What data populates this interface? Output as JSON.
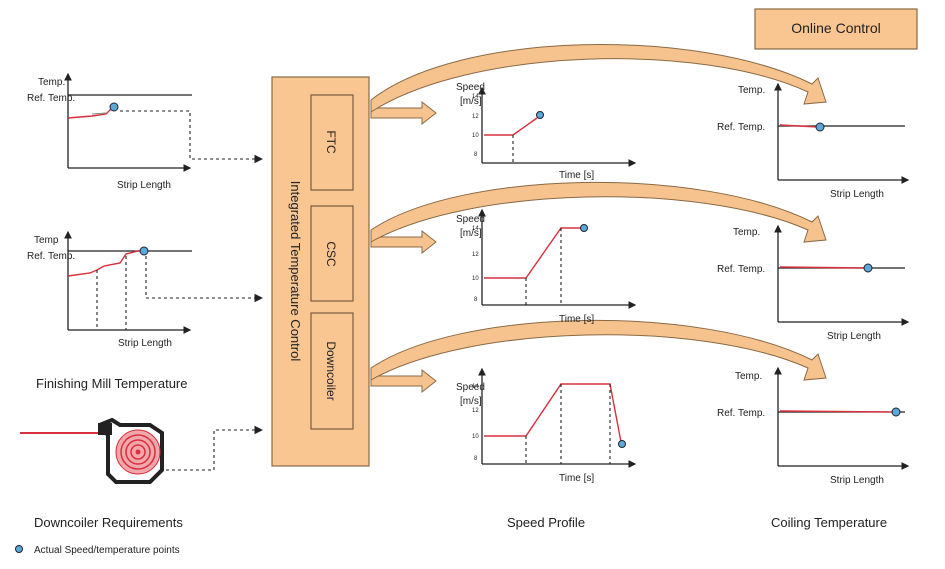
{
  "control_box": {
    "title": "Integrated Temperature Control",
    "modules": [
      "FTC",
      "CSC",
      "Downcoiler"
    ]
  },
  "online_control": "Online Control",
  "finishing_mill": {
    "section_label": "Finishing Mill Temperature",
    "plot1": {
      "y_label_1": "Temp.",
      "y_label_2": "Ref. Temp.",
      "x_label": "Strip Length"
    },
    "plot2": {
      "y_label_1": "Temp",
      "y_label_2": "Ref. Temp.",
      "x_label": "Strip Length"
    }
  },
  "downcoiler": {
    "section_label": "Downcoiler Requirements"
  },
  "speed_profile": {
    "section_label": "Speed Profile",
    "y_label_1": "Speed",
    "y_label_2": "[m/s]",
    "x_label": "Time [s]",
    "ticks": [
      "14",
      "12",
      "10",
      "8"
    ]
  },
  "coiling_temperature": {
    "section_label": "Coiling Temperature",
    "y_label_1": "Temp.",
    "y_label_2": "Ref. Temp.",
    "x_label": "Strip Length"
  },
  "legend": {
    "text": "Actual Speed/temperature points",
    "marker_color": "#5aa9d6"
  },
  "colors": {
    "box_fill": "#f9c591",
    "curve": "#d9303e",
    "marker": "#5aa9d6"
  }
}
